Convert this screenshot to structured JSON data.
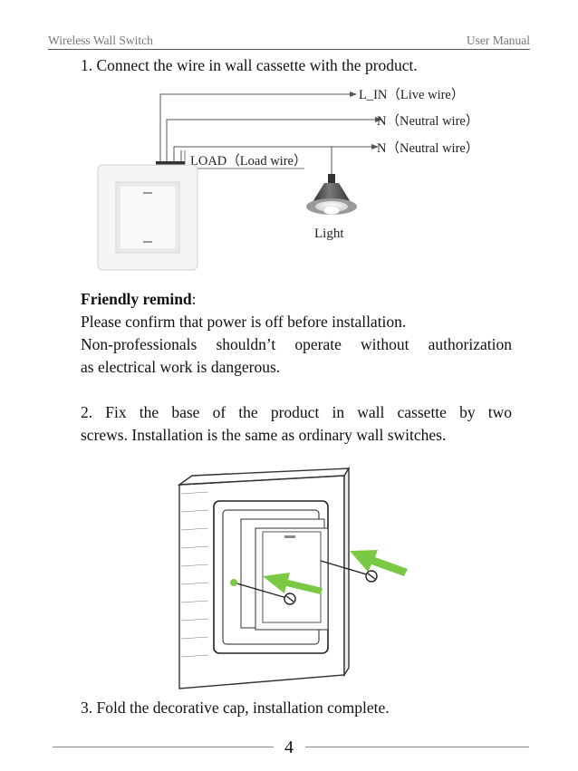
{
  "header": {
    "left": "Wireless Wall Switch",
    "right": "User Manual"
  },
  "step1": {
    "text": "1. Connect the wire in wall cassette with the product."
  },
  "wiring": {
    "live": "L_IN（Live wire）",
    "neutral1": "N（Neutral wire）",
    "neutral2": "N（Neutral wire）",
    "load": "LOAD（Load wire）",
    "light": "Light"
  },
  "remind": {
    "title": "Friendly remind",
    "colon": ":",
    "line1": "Please confirm that power is off before installation.",
    "line2a": "Non-professionals shouldn’t operate without authorization",
    "line2b": "as electrical work is dangerous."
  },
  "step2": {
    "line1": "2. Fix the base of the product in wall cassette by two",
    "line2": "screws. Installation is the same as ordinary wall switches."
  },
  "step3": {
    "text": "3. Fold the decorative cap, installation complete."
  },
  "footer": {
    "page": "4"
  },
  "colors": {
    "arrow": "#7ac943",
    "line": "#555555"
  }
}
